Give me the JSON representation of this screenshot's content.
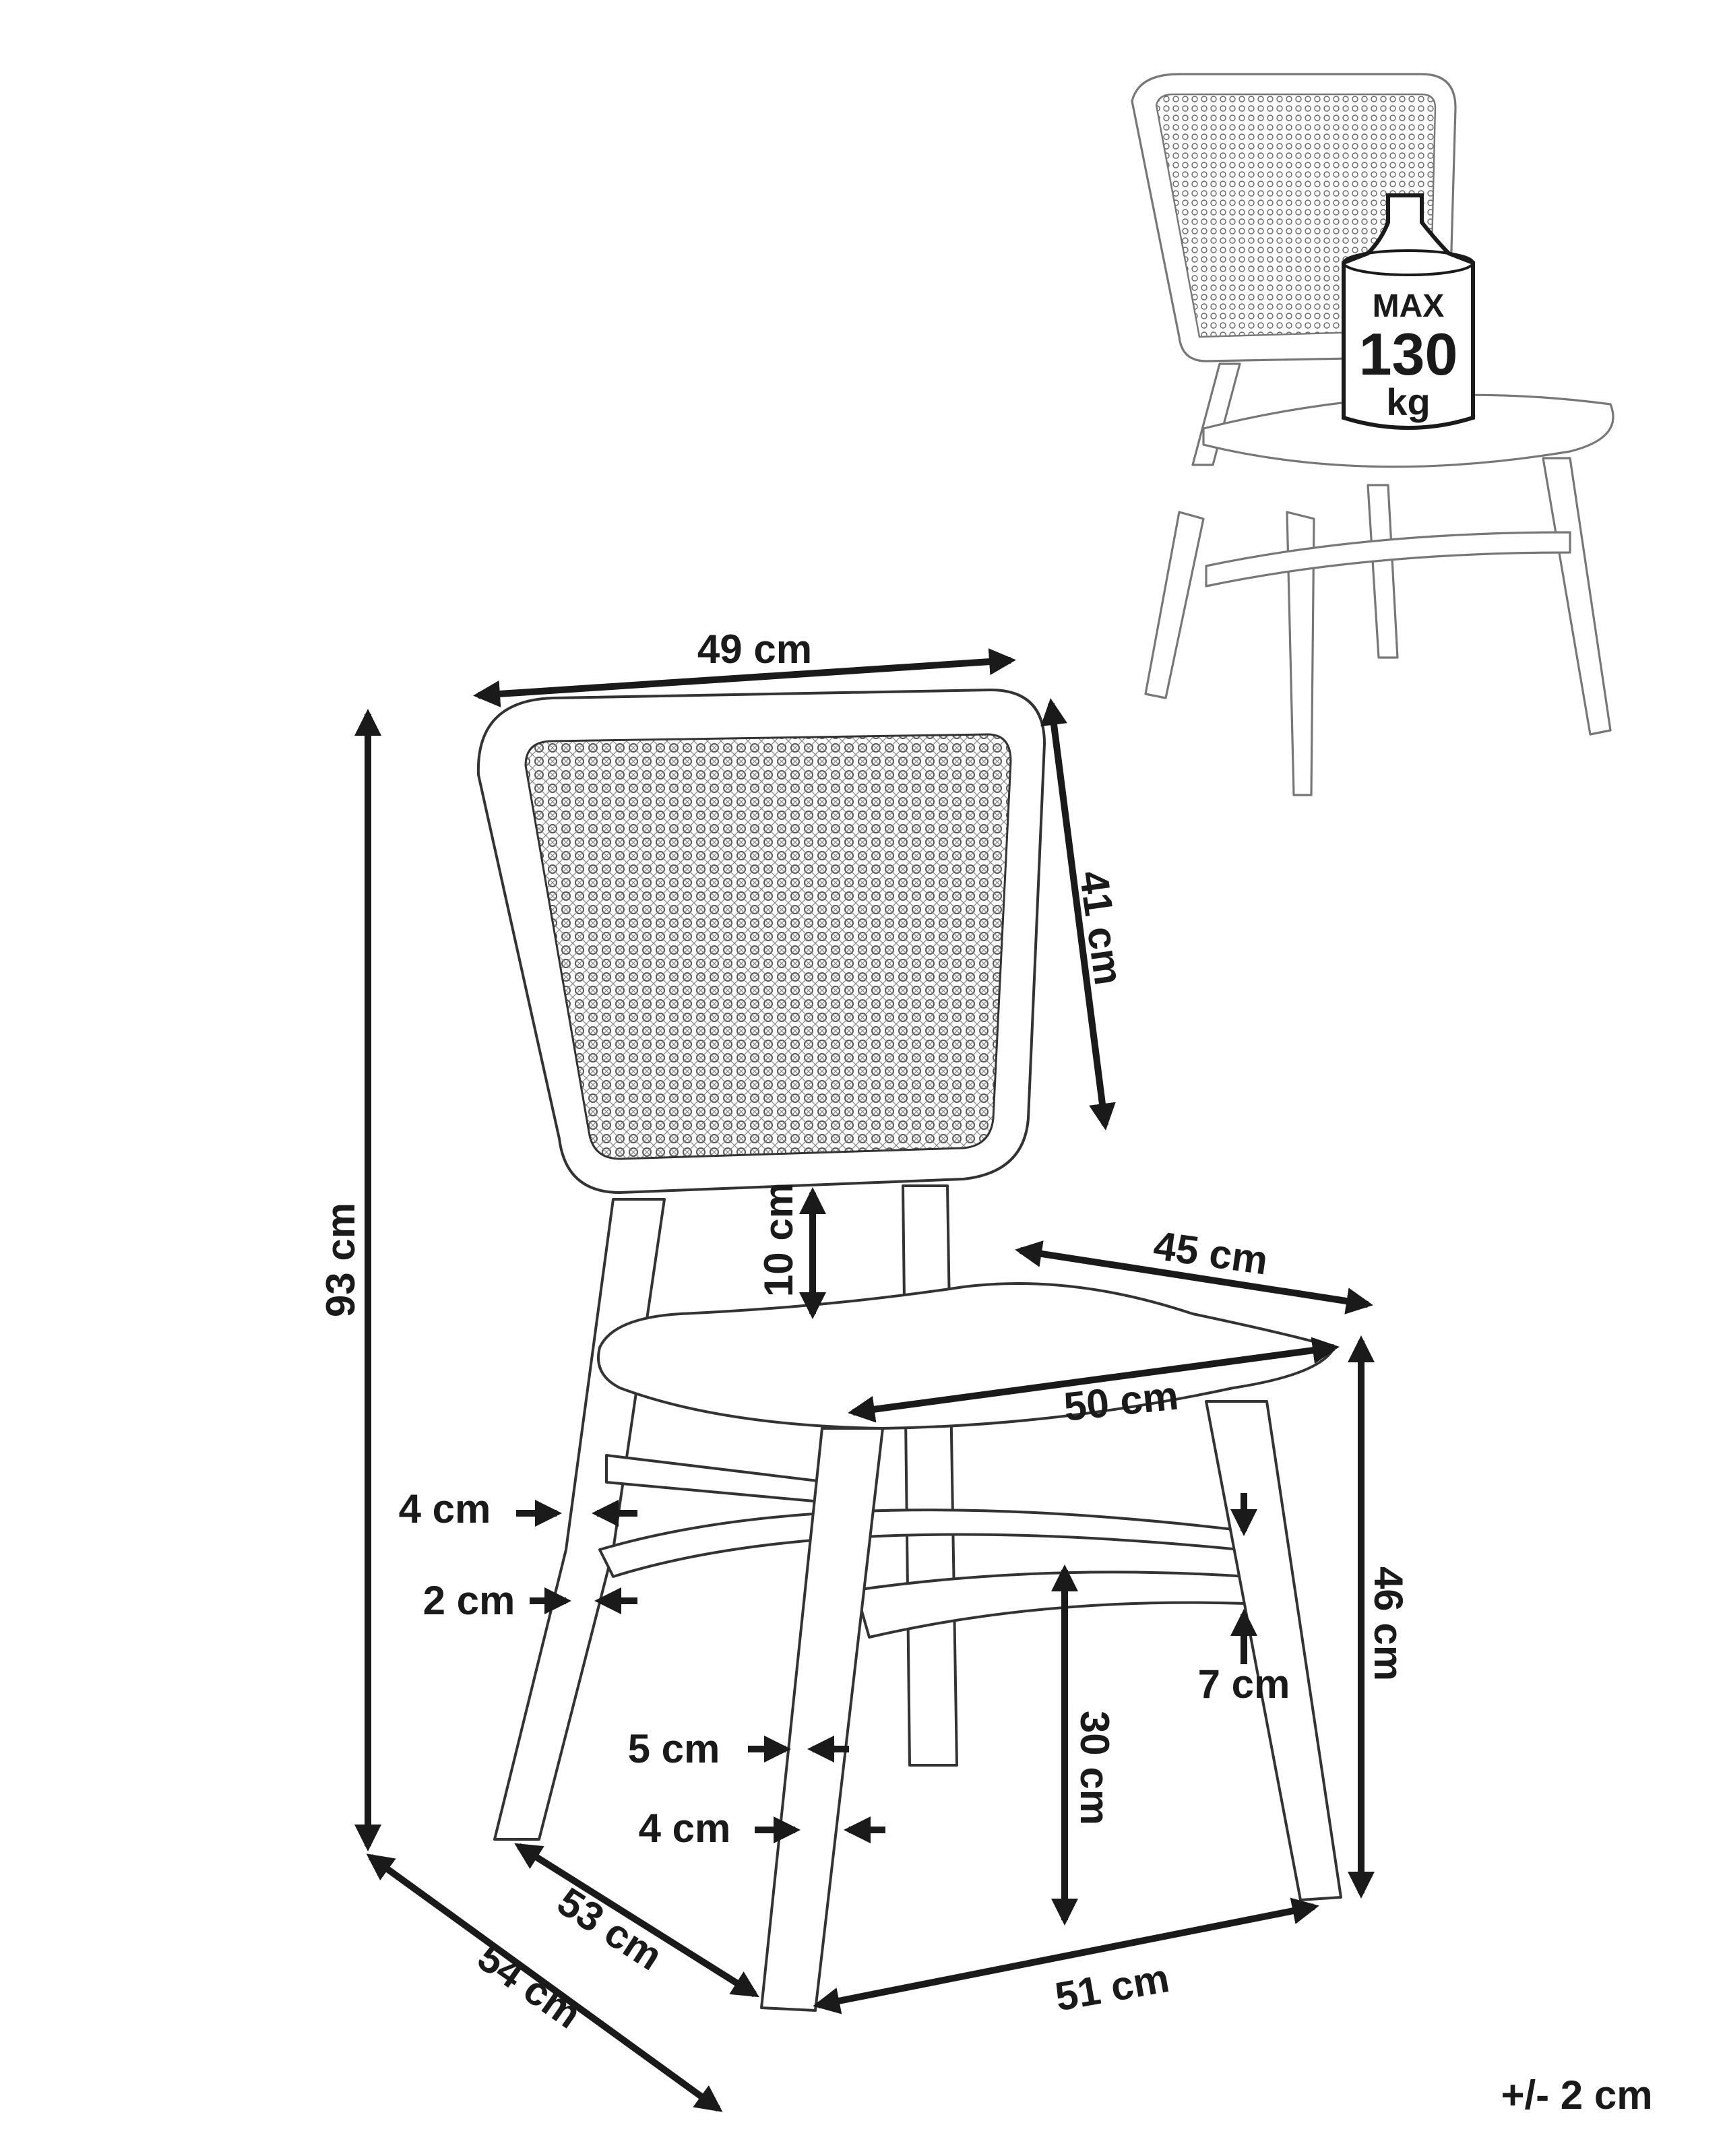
{
  "dimensions": {
    "back_width": "49 cm",
    "back_height": "41 cm",
    "total_height": "93 cm",
    "back_gap": "10 cm",
    "seat_depth": "45 cm",
    "seat_width": "50 cm",
    "seat_height": "46 cm",
    "rear_leg_top": "4 cm",
    "rear_leg_stretcher": "2 cm",
    "stretcher_height_front": "7 cm",
    "front_leg_top": "5 cm",
    "front_leg_bottom": "4 cm",
    "stretcher_height": "30 cm",
    "base_depth_inner": "53 cm",
    "base_depth_outer": "54 cm",
    "base_width": "51 cm"
  },
  "tolerance": "+/- 2 cm",
  "max_load": {
    "label": "MAX",
    "value": "130",
    "unit": "kg"
  },
  "colors": {
    "line": "#1a1a1a",
    "secondary_line": "#777777"
  }
}
